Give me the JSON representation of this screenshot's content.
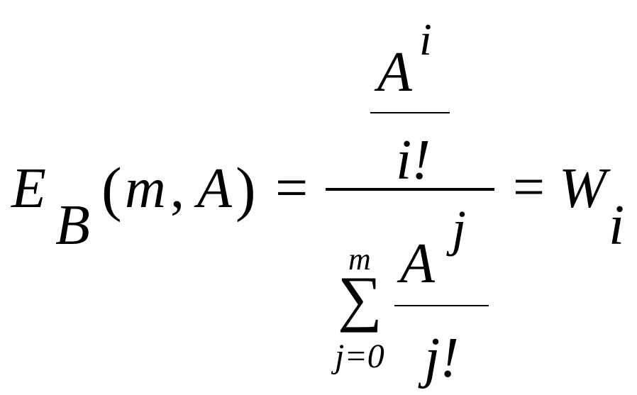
{
  "formula": {
    "lhs": {
      "function": "E",
      "subscript": "B",
      "open_paren": "(",
      "arg1": "m",
      "comma": ",",
      "arg2": "A",
      "close_paren": ")"
    },
    "equals_1": "=",
    "numerator": {
      "base": "A",
      "exponent": "i",
      "denominator": "i!"
    },
    "denominator": {
      "sigma": "∑",
      "upper_limit": "m",
      "lower_limit": "j=0",
      "base": "A",
      "exponent": "j",
      "denominator": "j!"
    },
    "equals_2": "=",
    "rhs": {
      "symbol": "W",
      "subscript": "i"
    }
  }
}
